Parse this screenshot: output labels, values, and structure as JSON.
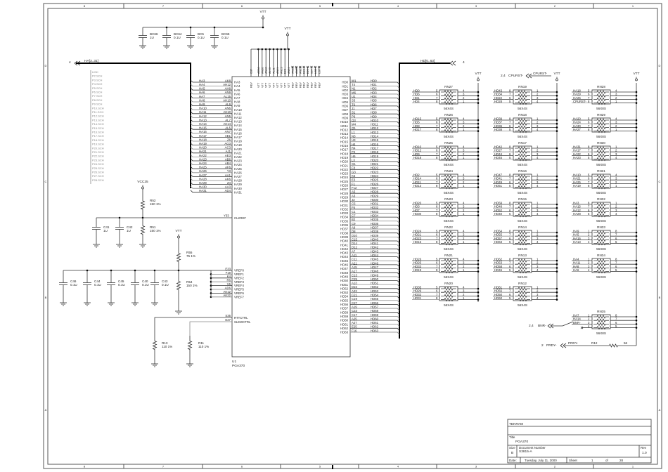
{
  "border": {
    "columns": [
      "8",
      "7",
      "6",
      "5",
      "4",
      "3",
      "2",
      "1"
    ],
    "rows": [
      "D",
      "C",
      "B",
      "A"
    ]
  },
  "title_block": {
    "company": "TEKRAM",
    "title_label": "Title",
    "title": "PGA370",
    "size_label": "Size",
    "size": "B",
    "docnum_label": "Document Number",
    "docnum": "S3815-A",
    "rev_label": "Rev",
    "rev": "1.0",
    "date_label": "Date:",
    "date": "Tuesday, July 11, 2000",
    "sheet_label": "Sheet",
    "sheet": "1",
    "of_label": "of",
    "sheets": "28"
  },
  "sheet_links": [
    "LINK",
    "P2.SCH",
    "P3.SCH",
    "P4.SCH",
    "P5.SCH",
    "P6.SCH",
    "P7.SCH",
    "P8.SCH",
    "P9.SCH",
    "P10.SCH",
    "P11.SCH",
    "P12.SCH",
    "P13.SCH",
    "P14.SCH",
    "P15.SCH",
    "P16.SCH",
    "P17.SCH",
    "P18.SCH",
    "P19.SCH",
    "P20.SCH",
    "P21.SCH",
    "P22.SCH",
    "P23.SCH",
    "P24.SCH",
    "P25.SCH",
    "P26.SCH",
    "P27.SCH",
    "P28.SCH"
  ],
  "buses": {
    "ha": {
      "label": "HA[3..31]",
      "page": "4"
    },
    "hd": {
      "label": "HD[0..63]",
      "page": "4"
    }
  },
  "power": {
    "vtt": "VTT",
    "vcc25": "VCC25"
  },
  "decoupling": [
    {
      "ref": "BC66",
      "value": "1U"
    },
    {
      "ref": "BC64",
      "value": "0.1U"
    },
    {
      "ref": "BC5",
      "value": "0.1U"
    },
    {
      "ref": "BC65",
      "value": "0.1U"
    }
  ],
  "u1": {
    "ref": "U1",
    "part": "PGA370",
    "top_pins": [
      {
        "ball": "G37",
        "name": "REV"
      },
      {
        "ball": "AD36",
        "name": "VTT"
      },
      {
        "ball": "AA36",
        "name": "VTT"
      },
      {
        "ball": "AN18",
        "name": "VTT"
      },
      {
        "ball": "AL13",
        "name": "VTT"
      },
      {
        "ball": "AL21",
        "name": "VTT"
      },
      {
        "ball": "AN11",
        "name": "VTT"
      },
      {
        "ball": "AN13",
        "name": "VTT"
      },
      {
        "ball": "E26",
        "name": "VTT"
      },
      {
        "ball": "AN31",
        "name": "VTT"
      },
      {
        "ball": "AA33",
        "name": "REV"
      },
      {
        "ball": "AA35",
        "name": "REV"
      },
      {
        "ball": "AN21",
        "name": "REV"
      },
      {
        "ball": "E23",
        "name": "REV"
      },
      {
        "ball": "E29",
        "name": "REV"
      },
      {
        "ball": "S37",
        "name": "REV"
      },
      {
        "ball": "U35",
        "name": "REV"
      },
      {
        "ball": "U37",
        "name": "REV"
      }
    ],
    "ha_pins": [
      {
        "net": "HA3",
        "ball": "AK8"
      },
      {
        "net": "HA4",
        "ball": "AH12"
      },
      {
        "net": "HA5",
        "ball": "AH8"
      },
      {
        "net": "HA6",
        "ball": "AN9"
      },
      {
        "net": "HA7",
        "ball": "AL15"
      },
      {
        "net": "HA8",
        "ball": "AH10"
      },
      {
        "net": "HA9",
        "ball": "AL9"
      },
      {
        "net": "HA10",
        "ball": "AN6"
      },
      {
        "net": "HA11",
        "ball": "AK10"
      },
      {
        "net": "HA12",
        "ball": "AN5"
      },
      {
        "net": "HA13",
        "ball": "AL7"
      },
      {
        "net": "HA14",
        "ball": "AK14"
      },
      {
        "net": "HA15",
        "ball": "AL5"
      },
      {
        "net": "HA16",
        "ball": "AN7"
      },
      {
        "net": "HA17",
        "ball": "AE1"
      },
      {
        "net": "HA18",
        "ball": "Z6"
      },
      {
        "net": "HA19",
        "ball": "AG3"
      },
      {
        "net": "HA20",
        "ball": "AC3"
      },
      {
        "net": "HA21",
        "ball": "AJ1"
      },
      {
        "net": "HA22",
        "ball": "AE3"
      },
      {
        "net": "HA23",
        "ball": "AB6"
      },
      {
        "net": "HA24",
        "ball": "AB4"
      },
      {
        "net": "HA25",
        "ball": "AF6"
      },
      {
        "net": "HA26",
        "ball": "Y3"
      },
      {
        "net": "HA27",
        "ball": "AA1"
      },
      {
        "net": "HA28",
        "ball": "AK6"
      },
      {
        "net": "HA29",
        "ball": "Z4"
      },
      {
        "net": "HA30",
        "ball": "AA3"
      },
      {
        "net": "HA31",
        "ball": "AD4"
      }
    ],
    "hd_pins": [
      {
        "net": "HD0",
        "ball": "W1"
      },
      {
        "net": "HD1",
        "ball": "T4"
      },
      {
        "net": "HD2",
        "ball": "N1"
      },
      {
        "net": "HD3",
        "ball": "M6"
      },
      {
        "net": "HD4",
        "ball": "U1"
      },
      {
        "net": "HD5",
        "ball": "S3"
      },
      {
        "net": "HD6",
        "ball": "T6"
      },
      {
        "net": "HD7",
        "ball": "J1"
      },
      {
        "net": "HD8",
        "ball": "S1"
      },
      {
        "net": "HD9",
        "ball": "P6"
      },
      {
        "net": "HD10",
        "ball": "Q3"
      },
      {
        "net": "HD11",
        "ball": "M4"
      },
      {
        "net": "HD12",
        "ball": "Q1"
      },
      {
        "net": "HD13",
        "ball": "L1"
      },
      {
        "net": "HD14",
        "ball": "N3"
      },
      {
        "net": "HD15",
        "ball": "U3"
      },
      {
        "net": "HD16",
        "ball": "H4"
      },
      {
        "net": "HD17",
        "ball": "R4"
      },
      {
        "net": "HD18",
        "ball": "P4"
      },
      {
        "net": "HD19",
        "ball": "H6"
      },
      {
        "net": "HD20",
        "ball": "L3"
      },
      {
        "net": "HD21",
        "ball": "G1"
      },
      {
        "net": "HD22",
        "ball": "F8"
      },
      {
        "net": "HD23",
        "ball": "G3"
      },
      {
        "net": "HD24",
        "ball": "K6"
      },
      {
        "net": "HD25",
        "ball": "E3"
      },
      {
        "net": "HD26",
        "ball": "F1"
      },
      {
        "net": "HD27",
        "ball": "F12"
      },
      {
        "net": "HD28",
        "ball": "A5"
      },
      {
        "net": "HD29",
        "ball": "A3"
      },
      {
        "net": "HD30",
        "ball": "J3"
      },
      {
        "net": "HD31",
        "ball": "C5"
      },
      {
        "net": "HD32",
        "ball": "F6"
      },
      {
        "net": "HD33",
        "ball": "C1"
      },
      {
        "net": "HD34",
        "ball": "C7"
      },
      {
        "net": "HD35",
        "ball": "B2"
      },
      {
        "net": "HD36",
        "ball": "C9"
      },
      {
        "net": "HD37",
        "ball": "A9"
      },
      {
        "net": "HD38",
        "ball": "D8"
      },
      {
        "net": "HD39",
        "ball": "D10"
      },
      {
        "net": "HD40",
        "ball": "C15"
      },
      {
        "net": "HD41",
        "ball": "D14"
      },
      {
        "net": "HD42",
        "ball": "D12"
      },
      {
        "net": "HD43",
        "ball": "A7"
      },
      {
        "net": "HD44",
        "ball": "A11"
      },
      {
        "net": "HD45",
        "ball": "C11"
      },
      {
        "net": "HD46",
        "ball": "A21"
      },
      {
        "net": "HD47",
        "ball": "A15"
      },
      {
        "net": "HD48",
        "ball": "A17"
      },
      {
        "net": "HD49",
        "ball": "C13"
      },
      {
        "net": "HD50",
        "ball": "C25"
      },
      {
        "net": "HD51",
        "ball": "A13"
      },
      {
        "net": "HD52",
        "ball": "D16"
      },
      {
        "net": "HD53",
        "ball": "A23"
      },
      {
        "net": "HD54",
        "ball": "C21"
      },
      {
        "net": "HD55",
        "ball": "C19"
      },
      {
        "net": "HD56",
        "ball": "C27"
      },
      {
        "net": "HD57",
        "ball": "A19"
      },
      {
        "net": "HD58",
        "ball": "C23"
      },
      {
        "net": "HD59",
        "ball": "C17"
      },
      {
        "net": "HD60",
        "ball": "A25"
      },
      {
        "net": "HD61",
        "ball": "A27"
      },
      {
        "net": "HD62",
        "ball": "E25"
      },
      {
        "net": "HD63",
        "ball": "F16"
      }
    ],
    "clkref": {
      "ball": "Y33",
      "name": "CLKREF"
    },
    "vref": [
      {
        "ball": "E33",
        "name": "VREF0"
      },
      {
        "ball": "F18",
        "name": "VREF1"
      },
      {
        "ball": "K4",
        "name": "VREF2"
      },
      {
        "ball": "R6",
        "name": "VREF3"
      },
      {
        "ball": "V6",
        "name": "VREF4"
      },
      {
        "ball": "AD6",
        "name": "VREF5"
      },
      {
        "ball": "AK12",
        "name": "VREF6"
      },
      {
        "ball": "AK22",
        "name": "VREF7"
      }
    ],
    "rttctrl": {
      "ball": "S35",
      "name": "RTTCTRL"
    },
    "slewctrl": {
      "ball": "E27",
      "name": "SLEWCTRL"
    }
  },
  "clk_circuit": {
    "r52": {
      "ref": "R52",
      "value": "150 1%"
    },
    "r51": {
      "ref": "R51",
      "value": "150 1%"
    },
    "c41": {
      "ref": "C41",
      "value": "1U"
    },
    "c42": {
      "ref": "C42",
      "value": "1U"
    }
  },
  "vref_circuit": {
    "r55": {
      "ref": "R55",
      "value": "75 1%"
    },
    "r54": {
      "ref": "R54",
      "value": "150 1%"
    },
    "caps": [
      {
        "ref": "C46",
        "value": "0.1U"
      },
      {
        "ref": "C44",
        "value": "0.1U"
      },
      {
        "ref": "C45",
        "value": "0.1U"
      },
      {
        "ref": "C40",
        "value": "0.1U"
      },
      {
        "ref": "C43",
        "value": "0.1U"
      }
    ]
  },
  "termination": {
    "r13": {
      "ref": "R13",
      "value": "110 1%"
    },
    "r11": {
      "ref": "R11",
      "value": "110 1%"
    }
  },
  "resistor_packs": [
    {
      "col": 0,
      "row": 0,
      "ref": "RN27",
      "value": "56X4S",
      "nets": [
        "HD0",
        "HD6",
        "HD1",
        "HD4"
      ],
      "lp": [
        "5",
        "6",
        "7",
        "8"
      ],
      "rp": [
        "4",
        "3",
        "2",
        "1"
      ]
    },
    {
      "col": 0,
      "row": 1,
      "ref": "RN26",
      "value": "56X4S",
      "nets": [
        "HD15",
        "HD5",
        "HD8",
        "HD17"
      ],
      "lp": [
        "5",
        "6",
        "7",
        "8"
      ],
      "rp": [
        "4",
        "3",
        "2",
        "1"
      ]
    },
    {
      "col": 0,
      "row": 2,
      "ref": "RN25",
      "value": "56X4S",
      "nets": [
        "HD10",
        "HD12",
        "HD9",
        "HD18"
      ],
      "lp": [
        "5",
        "6",
        "7",
        "8"
      ],
      "rp": [
        "4",
        "3",
        "2",
        "1"
      ]
    },
    {
      "col": 0,
      "row": 3,
      "ref": "RN24",
      "value": "56X4S",
      "nets": [
        "HD2",
        "HD14",
        "HD11",
        "HD13"
      ],
      "lp": [
        "5",
        "6",
        "7",
        "8"
      ],
      "rp": [
        "4",
        "3",
        "2",
        "1"
      ]
    },
    {
      "col": 0,
      "row": 4,
      "ref": "RN23",
      "value": "56X4S",
      "nets": [
        "HD20",
        "HD3",
        "HD7",
        "HD30"
      ],
      "lp": [
        "5",
        "6",
        "7",
        "8"
      ],
      "rp": [
        "4",
        "3",
        "2",
        "1"
      ]
    },
    {
      "col": 0,
      "row": 5,
      "ref": "RN22",
      "value": "56X4S",
      "nets": [
        "HD24",
        "HD21",
        "HD23",
        "HD16"
      ],
      "lp": [
        "5",
        "6",
        "7",
        "8"
      ],
      "rp": [
        "4",
        "3",
        "2",
        "1"
      ]
    },
    {
      "col": 0,
      "row": 6,
      "ref": "RN21",
      "value": "56X4S",
      "nets": [
        "HD26",
        "HD25",
        "HD33",
        "HD19"
      ],
      "lp": [
        "5",
        "6",
        "7",
        "8"
      ],
      "rp": [
        "4",
        "3",
        "2",
        "1"
      ]
    },
    {
      "col": 0,
      "row": 7,
      "ref": "RN20",
      "value": "56X4S",
      "nets": [
        "HD35",
        "HD29",
        "HD32",
        "HD31"
      ],
      "lp": [
        "5",
        "6",
        "7",
        "8"
      ],
      "rp": [
        "4",
        "3",
        "2",
        "1"
      ]
    },
    {
      "col": 1,
      "row": 0,
      "ref": "RN19",
      "value": "56X4S",
      "nets": [
        "HD43",
        "HD34",
        "HD22",
        "HD28"
      ],
      "lp": [
        "8",
        "7",
        "6",
        "5"
      ],
      "rp": [
        "1",
        "2",
        "3",
        "4"
      ]
    },
    {
      "col": 1,
      "row": 1,
      "ref": "RN18",
      "value": "56X4S",
      "nets": [
        "HD39",
        "HD37",
        "HD36",
        "HD38"
      ],
      "lp": [
        "8",
        "7",
        "6",
        "5"
      ],
      "rp": [
        "1",
        "2",
        "3",
        "4"
      ]
    },
    {
      "col": 1,
      "row": 2,
      "ref": "RN17",
      "value": "56X4S",
      "nets": [
        "HD42",
        "HD27",
        "HD44",
        "HD45"
      ],
      "lp": [
        "8",
        "7",
        "6",
        "5"
      ],
      "rp": [
        "1",
        "2",
        "3",
        "4"
      ]
    },
    {
      "col": 1,
      "row": 3,
      "ref": "RN16",
      "value": "56X4S",
      "nets": [
        "HD47",
        "HD41",
        "HD49",
        "HD51"
      ],
      "lp": [
        "8",
        "7",
        "6",
        "5"
      ],
      "rp": [
        "1",
        "2",
        "3",
        "4"
      ]
    },
    {
      "col": 1,
      "row": 4,
      "ref": "RN15",
      "value": "56X4S",
      "nets": [
        "HD59",
        "HD48",
        "HD52",
        "HD40"
      ],
      "lp": [
        "8",
        "7",
        "6",
        "5"
      ],
      "rp": [
        "1",
        "2",
        "3",
        "4"
      ]
    },
    {
      "col": 1,
      "row": 5,
      "ref": "RN14",
      "value": "56X4S",
      "nets": [
        "HD54",
        "HD55",
        "HD57",
        "HD63"
      ],
      "lp": [
        "8",
        "7",
        "6",
        "5"
      ],
      "rp": [
        "1",
        "2",
        "3",
        "4"
      ]
    },
    {
      "col": 1,
      "row": 6,
      "ref": "RN13",
      "value": "56X4S",
      "nets": [
        "HD62",
        "HD53",
        "HD58",
        "HD46"
      ],
      "lp": [
        "8",
        "7",
        "6",
        "5"
      ],
      "rp": [
        "1",
        "2",
        "3",
        "4"
      ]
    },
    {
      "col": 1,
      "row": 7,
      "ref": "RN12",
      "value": "56X4S",
      "nets": [
        "HD61",
        "HD56",
        "HD50",
        "HD60"
      ],
      "lp": [
        "8",
        "7",
        "6",
        "5"
      ],
      "rp": [
        "1",
        "2",
        "3",
        "4"
      ]
    },
    {
      "col": 2,
      "row": 0,
      "ref": "RN28",
      "value": "56X8S",
      "nets": [
        "HA18",
        "HA29",
        "HA26",
        "CPURST-"
      ],
      "lp": [
        "5",
        "6",
        "7",
        "8"
      ],
      "rp": [
        "4",
        "3",
        "2",
        "1"
      ]
    },
    {
      "col": 2,
      "row": 1,
      "ref": "RN29",
      "value": "56X8S",
      "nets": [
        "HA20",
        "HA24",
        "HA30",
        "HA27"
      ],
      "lp": [
        "5",
        "6",
        "7",
        "8"
      ],
      "rp": [
        "4",
        "3",
        "2",
        "1"
      ]
    },
    {
      "col": 2,
      "row": 2,
      "ref": "RN30",
      "value": "56X8S",
      "nets": [
        "HA31",
        "HA17",
        "HA22",
        "HA23"
      ],
      "lp": [
        "8",
        "7",
        "6",
        "5"
      ],
      "rp": [
        "1",
        "2",
        "3",
        "4"
      ]
    },
    {
      "col": 2,
      "row": 3,
      "ref": "RN31",
      "value": "56X8S",
      "nets": [
        "HA10",
        "HA21",
        "HA25",
        "HA19"
      ],
      "lp": [
        "5",
        "6",
        "7",
        "8"
      ],
      "rp": [
        "4",
        "3",
        "2",
        "1"
      ]
    },
    {
      "col": 2,
      "row": 4,
      "ref": "RN32",
      "value": "56X8S",
      "nets": [
        "HA3",
        "HA15",
        "HA12",
        "HA28"
      ],
      "lp": [
        "8",
        "7",
        "6",
        "5"
      ],
      "rp": [
        "1",
        "2",
        "3",
        "4"
      ]
    },
    {
      "col": 2,
      "row": 5,
      "ref": "RN33",
      "value": "56X8S",
      "nets": [
        "HA9",
        "HA5",
        "HA16",
        "HA13"
      ],
      "lp": [
        "1",
        "2",
        "3",
        "4"
      ],
      "rp": [
        "8",
        "7",
        "6",
        "5"
      ]
    },
    {
      "col": 2,
      "row": 6,
      "ref": "RN34",
      "value": "56X8S",
      "nets": [
        "HA4",
        "HA11",
        "HA8",
        "HA6"
      ],
      "lp": [
        "1",
        "2",
        "3",
        "4"
      ],
      "rp": [
        "8",
        "7",
        "6",
        "5"
      ]
    },
    {
      "col": 2,
      "row": 8,
      "ref": "RN35",
      "value": "56X8S",
      "nets": [
        "HA7",
        "HA14",
        "BNR-",
        ""
      ],
      "lp": [
        "1",
        "2",
        "3",
        "4"
      ],
      "rp": [
        "8",
        "7",
        "6",
        "5"
      ]
    }
  ],
  "signals": {
    "cpurst": {
      "pages": "2,4",
      "name": "CPURST-"
    },
    "bnr": {
      "pages": "2,4",
      "name": "BNR-"
    },
    "prdy": {
      "pages": "2",
      "name": "PRDY-",
      "r_ref": "R12",
      "r_value": "56"
    }
  }
}
